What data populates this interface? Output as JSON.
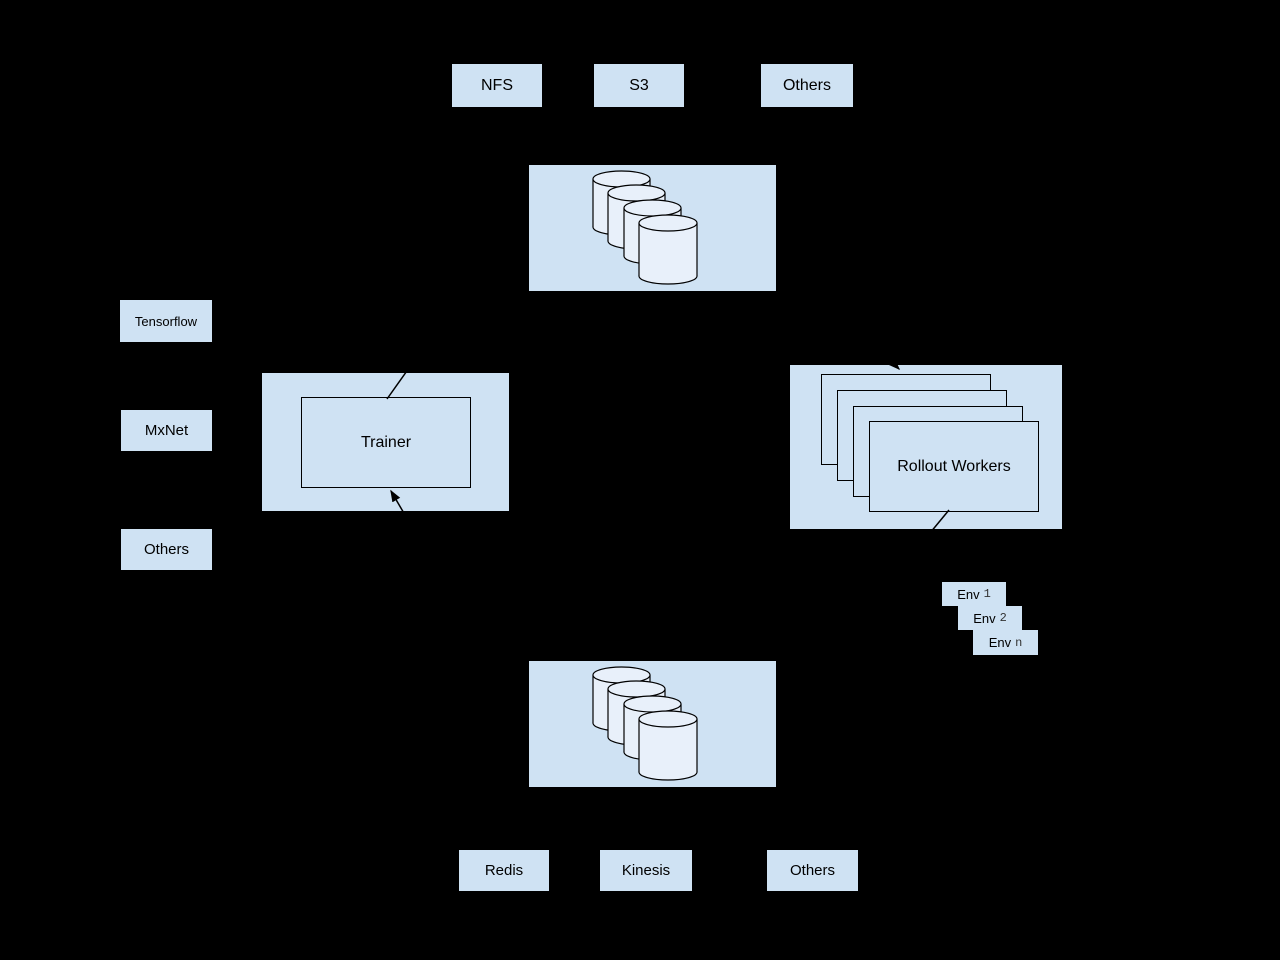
{
  "colors": {
    "background": "#000000",
    "box_fill": "#cfe2f3",
    "cylinder_fill": "#e8f0fa",
    "stroke": "#000000"
  },
  "top_row": {
    "items": [
      {
        "label": "NFS"
      },
      {
        "label": "S3"
      },
      {
        "label": "Others"
      }
    ]
  },
  "left_column": {
    "items": [
      {
        "label": "Tensorflow"
      },
      {
        "label": "MxNet"
      },
      {
        "label": "Others"
      }
    ]
  },
  "storage_box_top": {
    "cylinder_count": 4
  },
  "trainer": {
    "label": "Trainer"
  },
  "rollout_workers": {
    "label": "Rollout Workers",
    "stack_count": 4
  },
  "environments": {
    "items": [
      {
        "prefix": "Env",
        "index": "1"
      },
      {
        "prefix": "Env",
        "index": "2"
      },
      {
        "prefix": "Env",
        "index": "n"
      }
    ]
  },
  "storage_box_bottom": {
    "cylinder_count": 4
  },
  "bottom_row": {
    "items": [
      {
        "label": "Redis"
      },
      {
        "label": "Kinesis"
      },
      {
        "label": "Others"
      }
    ]
  }
}
